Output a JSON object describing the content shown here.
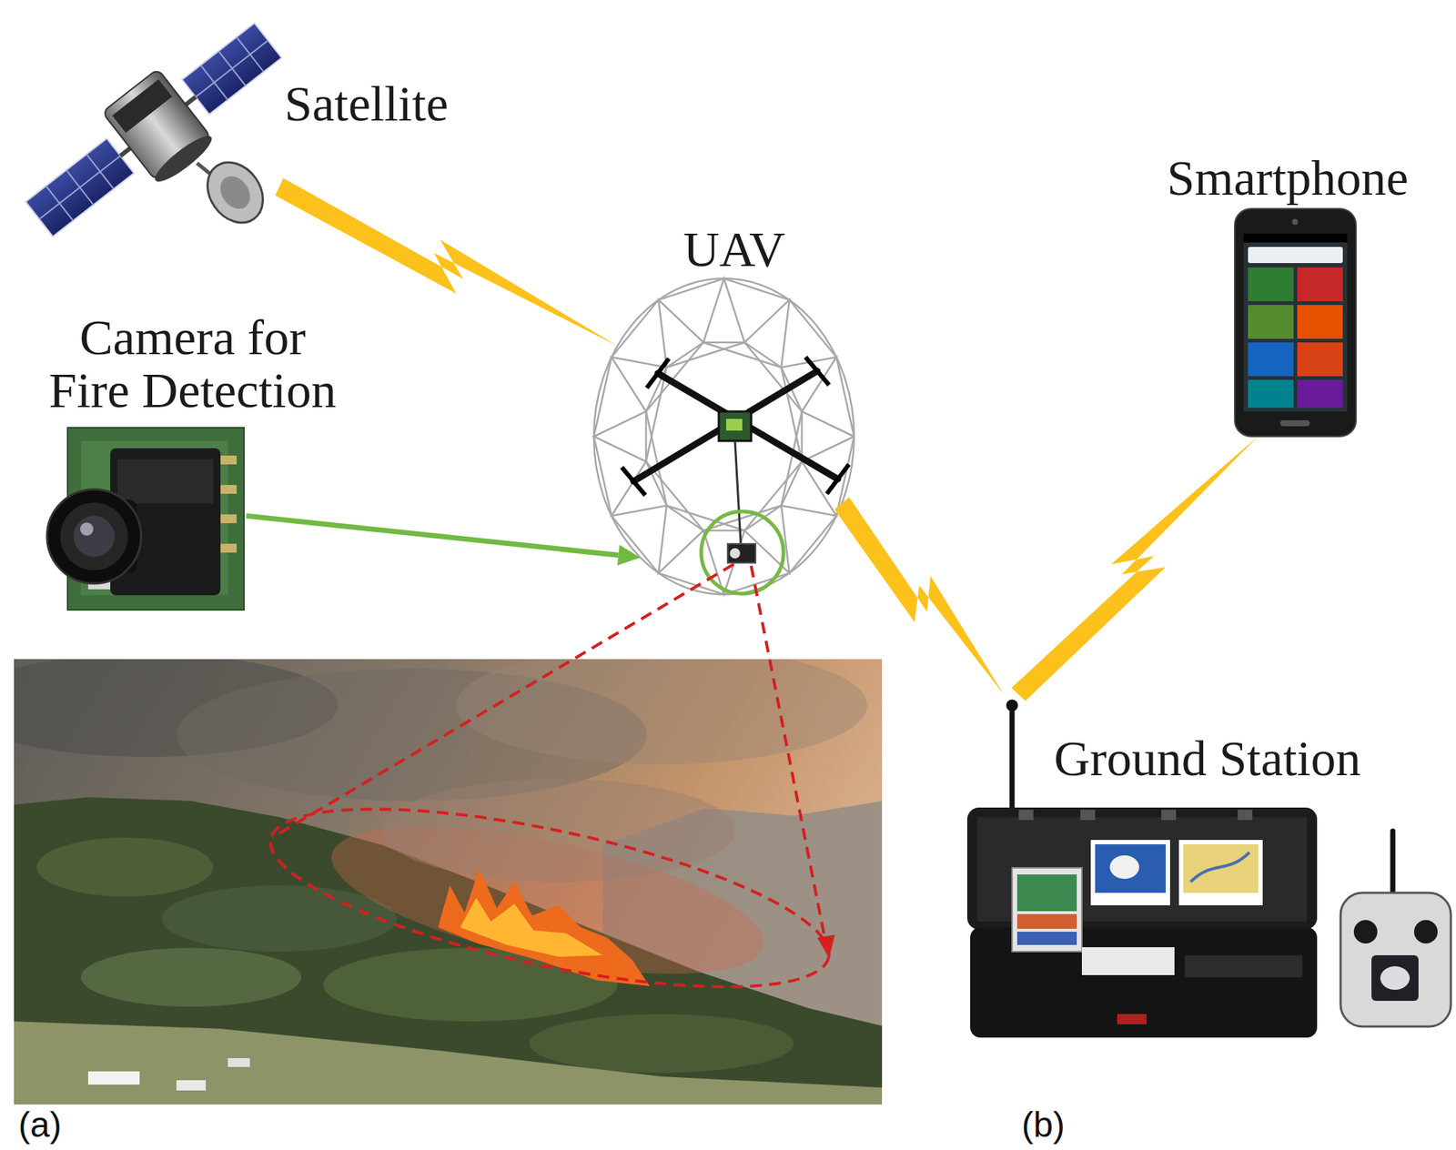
{
  "diagram": {
    "nodes": [
      {
        "text": [
          "Satellite"
        ]
      },
      {
        "text": [
          "Smartphone"
        ]
      },
      {
        "text": [
          "UAV"
        ]
      },
      {
        "text": [
          "Camera for Fire Detection"
        ]
      },
      {
        "text": [
          "Ground Station"
        ]
      }
    ],
    "edges": [
      {
        "from": 0,
        "to": 2,
        "arrow": "none"
      },
      {
        "from": 3,
        "to": 2,
        "arrow": "to"
      },
      {
        "from": 2,
        "to": 4,
        "arrow": "none"
      },
      {
        "from": 4,
        "to": 1,
        "arrow": "none"
      }
    ],
    "labels": [
      "(a)",
      "(b)"
    ]
  }
}
